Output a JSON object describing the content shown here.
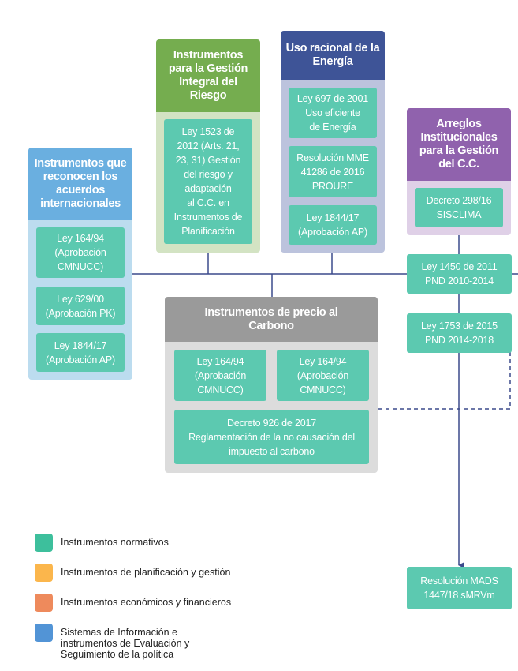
{
  "colors": {
    "normativo": "#5cc9b0",
    "line": "#3b4a8c",
    "blue_head": "#6aafe0",
    "blue_body": "#bcdcef",
    "green_head": "#75ad4f",
    "green_body": "#d3e3c3",
    "navy_head": "#3e5497",
    "navy_body": "#bcc3dd",
    "purple_head": "#9062ad",
    "purple_body": "#dfd0e7",
    "gray_head": "#9a9a9a",
    "gray_body": "#dcdcdc"
  },
  "groups": {
    "internacionales": {
      "title": "Instrumentos que reconocen los acuerdos internacionales",
      "items": [
        "Ley 164/94\n(Aprobación\nCMNUCC)",
        "Ley 629/00\n(Aprobación PK)",
        "Ley 1844/17\n(Aprobación AP)"
      ]
    },
    "riesgo": {
      "title": "Instrumentos para la Gestión Integral del Riesgo",
      "items": [
        "Ley 1523 de\n2012 (Arts. 21,\n23, 31) Gestión\ndel riesgo y\nadaptación\nal C.C. en\nInstrumentos de\nPlanificación"
      ]
    },
    "energia": {
      "title": "Uso racional de la Energía",
      "items": [
        "Ley 697 de 2001\nUso eficiente\nde Energía",
        "Resolución MME\n41286 de 2016\nPROURE",
        "Ley 1844/17\n(Aprobación AP)"
      ]
    },
    "arreglos": {
      "title": "Arreglos Institucionales para la Gestión del C.C.",
      "items": [
        "Decreto 298/16\nSISCLIMA"
      ]
    },
    "carbono": {
      "title": "Instrumentos de precio al Carbono",
      "items": [
        "Ley 164/94\n(Aprobación\nCMNUCC)",
        "Ley 164/94\n(Aprobación\nCMNUCC)",
        "Decreto 926 de 2017\nReglamentación de la no causación del\nimpuesto al carbono"
      ]
    }
  },
  "standalone_nodes": {
    "pnd_2010": "Ley 1450 de 2011\nPND 2010-2014",
    "pnd_2014": "Ley 1753 de 2015\nPND 2014-2018",
    "smrv": "Resolución MADS\n1447/18 sMRVm"
  },
  "legend": [
    {
      "label": "Instrumentos normativos",
      "color": "#3dbf9c"
    },
    {
      "label": "Instrumentos de planificación y gestión",
      "color": "#fbb64c"
    },
    {
      "label": "Instrumentos económicos y financieros",
      "color": "#ee8a5c"
    },
    {
      "label": "Sistemas de Información e\ninstrumentos de Evaluación y\nSeguimiento de la política",
      "color": "#5294d6"
    }
  ]
}
